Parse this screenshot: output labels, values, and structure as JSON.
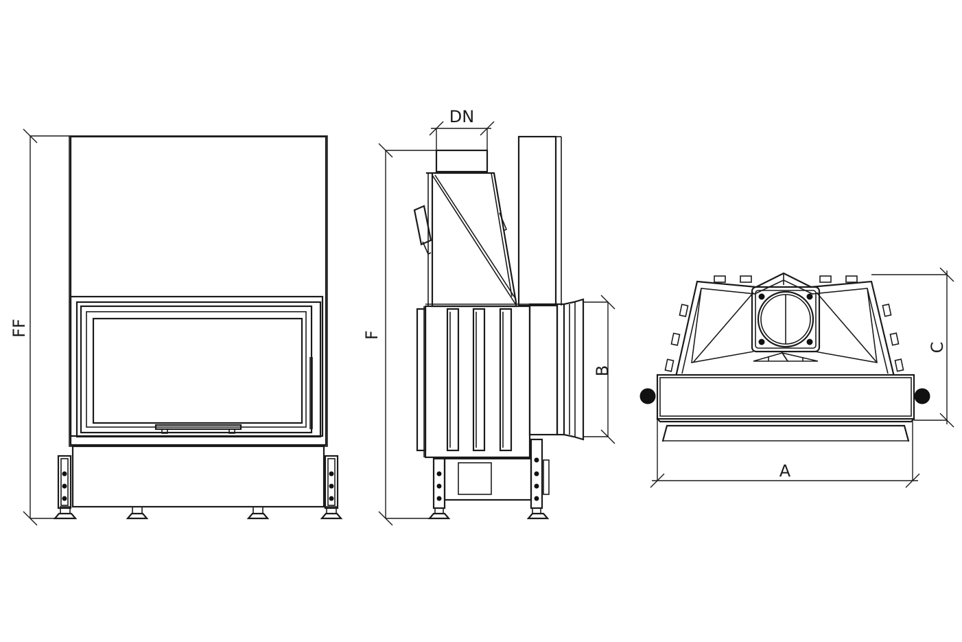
{
  "labels": {
    "ff": "FF",
    "f": "F",
    "dn": "DN",
    "b": "B",
    "c": "C",
    "a": "A"
  },
  "colors": {
    "line": "#1a1a1a",
    "background": "#ffffff"
  }
}
